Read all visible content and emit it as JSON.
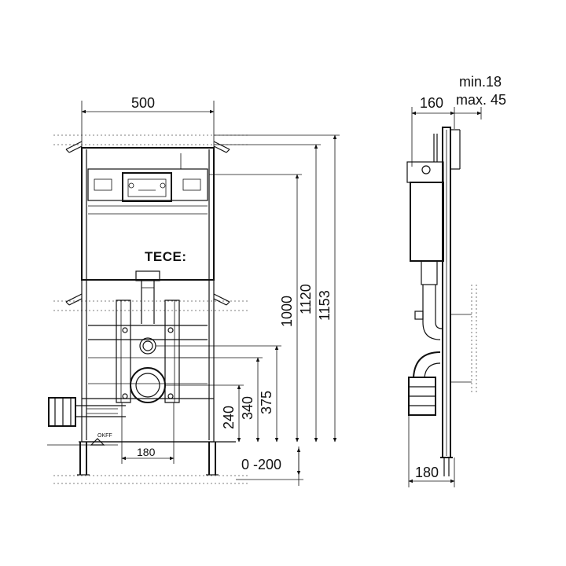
{
  "front_view": {
    "width_label": "500",
    "brand_label": "TECE:",
    "okff_label": "OKFF",
    "bottom_width_label": "180",
    "height_labels": {
      "h1153": "1153",
      "h1120": "1120",
      "h1000": "1000",
      "h375": "375",
      "h340": "340",
      "h240": "240"
    },
    "adjust_label": "0 -200"
  },
  "side_view": {
    "depth_label": "160",
    "min_label": "min.18",
    "max_label": "max. 45",
    "bottom_depth_label": "180"
  },
  "colors": {
    "line": "#111111",
    "background": "#ffffff"
  }
}
